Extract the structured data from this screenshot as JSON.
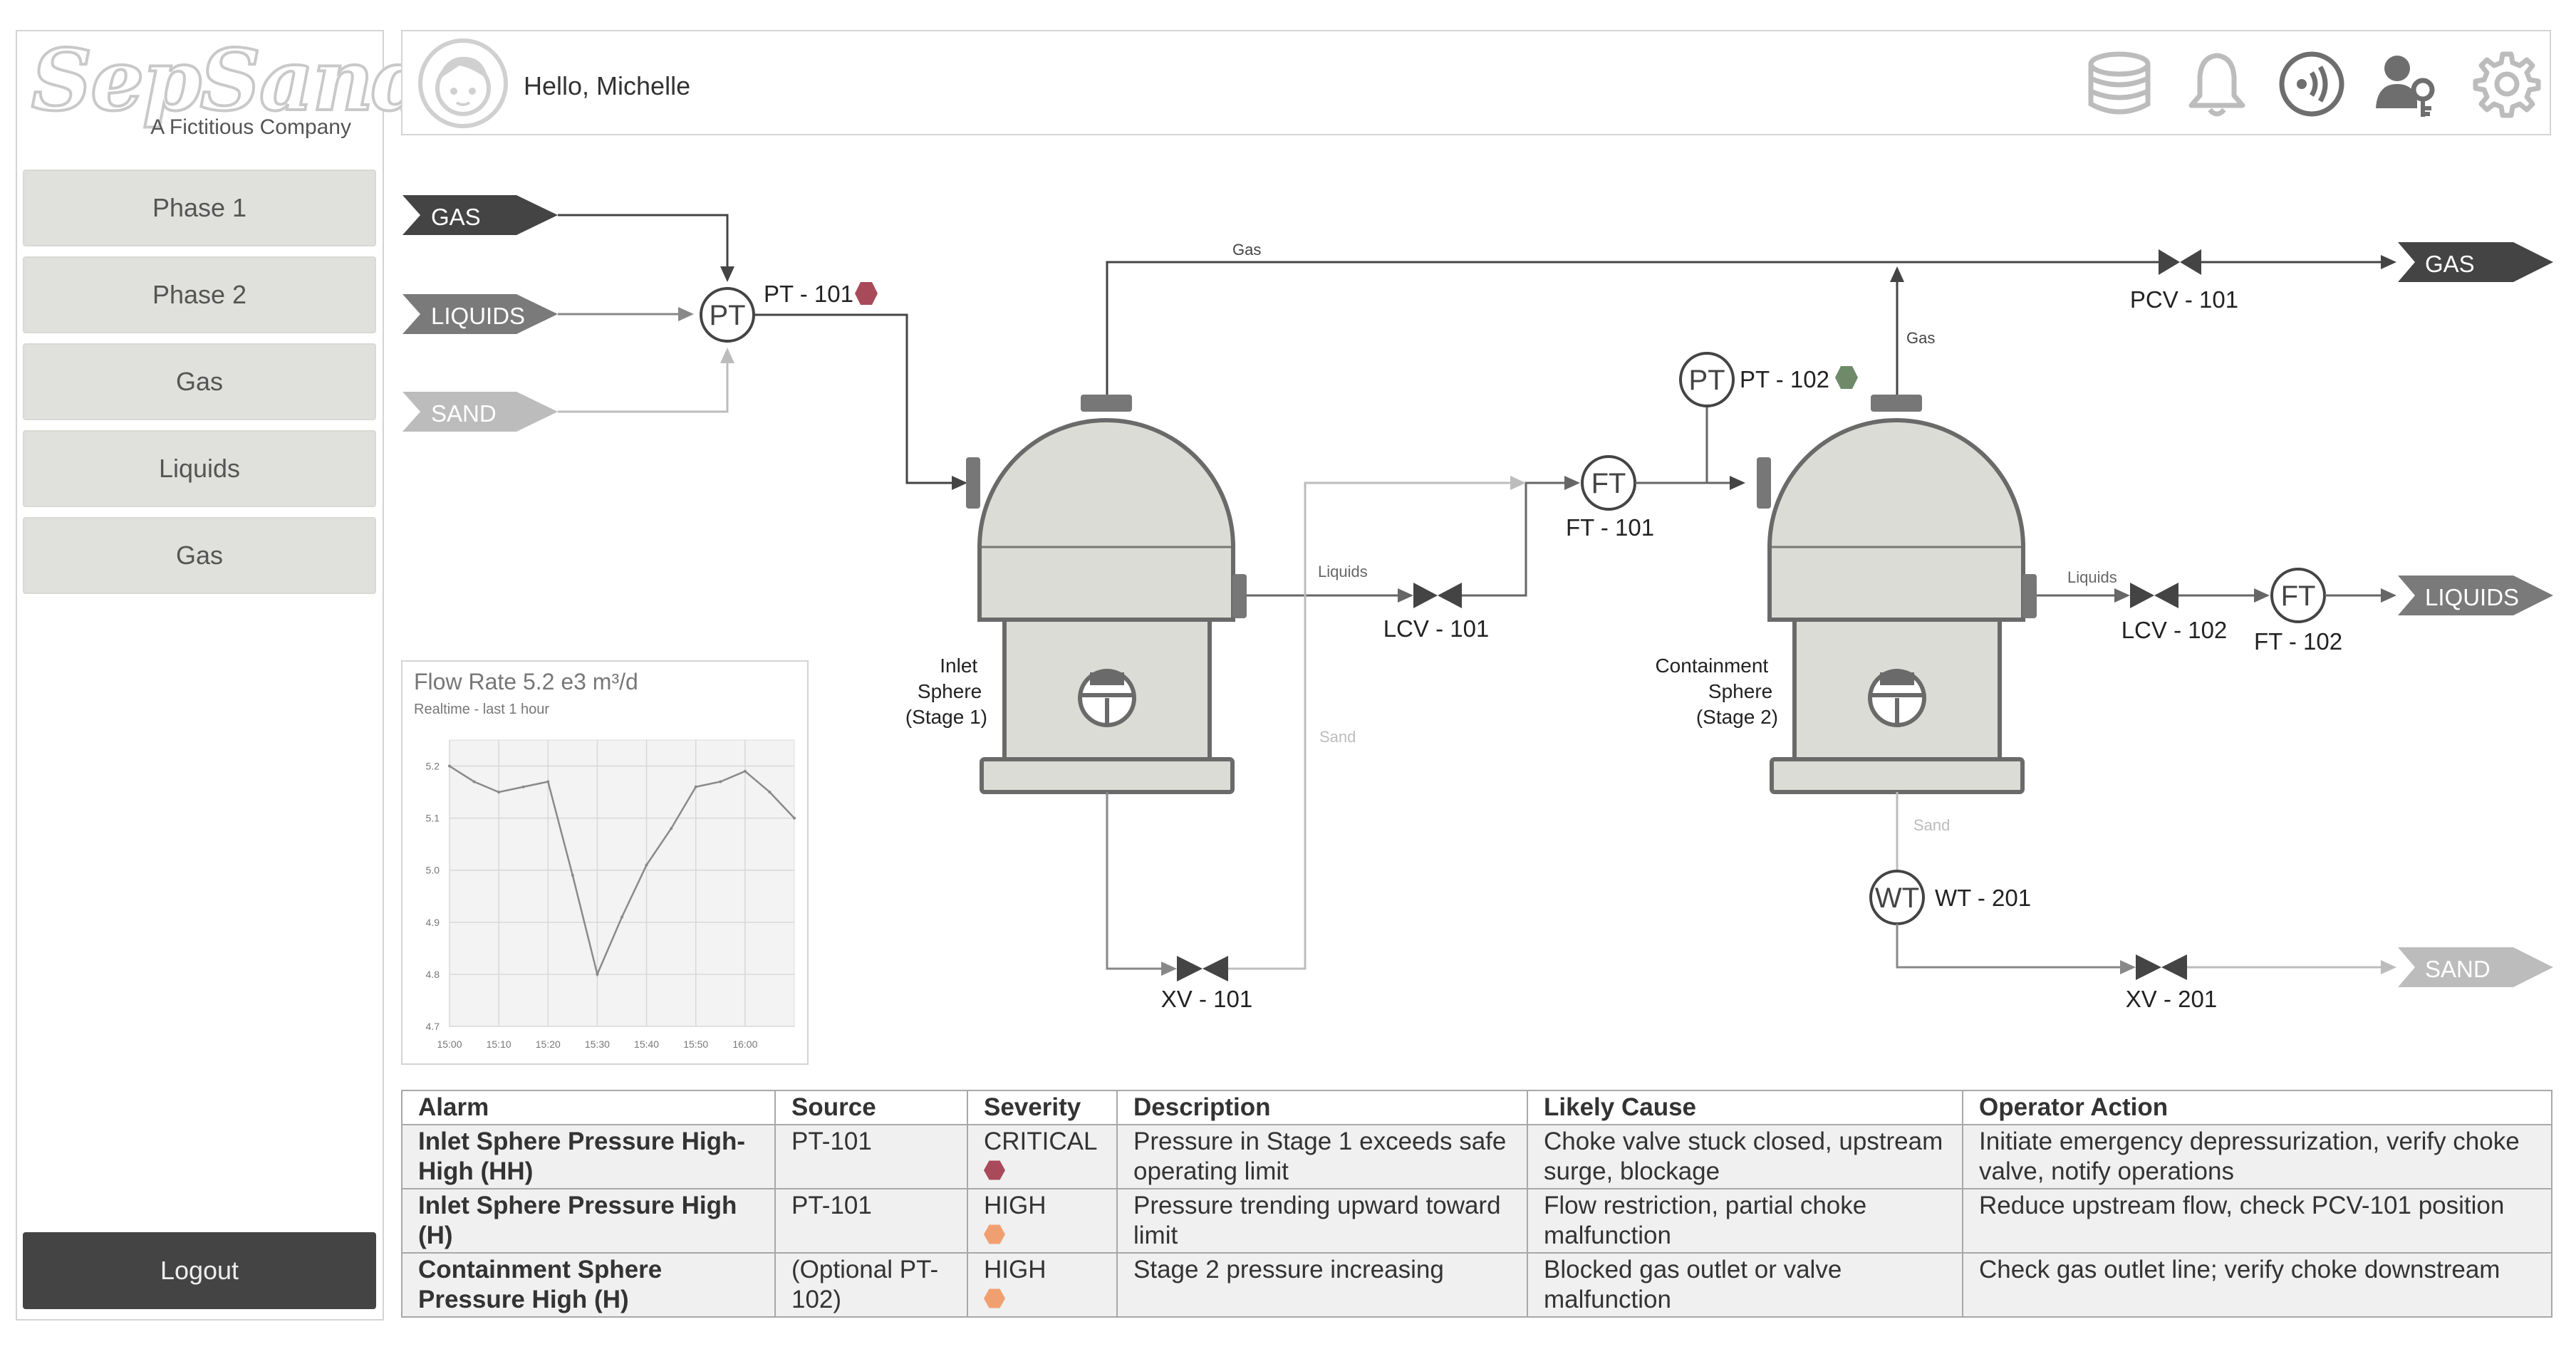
{
  "brand": {
    "name": "SepSand",
    "tagline": "A Fictitious Company"
  },
  "sidebar": {
    "items": [
      {
        "label": "Phase 1"
      },
      {
        "label": "Phase 2"
      },
      {
        "label": "Gas"
      },
      {
        "label": "Liquids"
      },
      {
        "label": "Gas"
      }
    ],
    "logout_label": "Logout"
  },
  "header": {
    "greeting": "Hello, Michelle",
    "icons": [
      "database-icon",
      "bell-icon",
      "signal-icon",
      "user-key-icon",
      "gear-icon"
    ]
  },
  "diagram": {
    "inputs": {
      "gas": "GAS",
      "liquids": "LIQUIDS",
      "sand": "SAND"
    },
    "outputs": {
      "gas": "GAS",
      "liquids": "LIQUIDS",
      "sand": "SAND"
    },
    "instruments": {
      "pt_symbol": "PT",
      "ft_symbol": "FT",
      "wt_symbol": "WT",
      "pt101": "PT - 101",
      "pt102": "PT - 102",
      "ft101": "FT - 101",
      "ft102": "FT - 102",
      "wt201": "WT - 201"
    },
    "valves": {
      "pcv101": "PCV - 101",
      "lcv101": "LCV - 101",
      "lcv102": "LCV - 102",
      "xv101": "XV - 101",
      "xv201": "XV - 201"
    },
    "vessels": {
      "inlet": [
        "Inlet",
        "Sphere",
        "(Stage 1)"
      ],
      "containment": [
        "Containment",
        "Sphere",
        "(Stage 2)"
      ]
    },
    "line_labels": {
      "gas": "Gas",
      "liquids": "Liquids",
      "sand": "Sand"
    },
    "status_colors": {
      "critical": "#a84a5a",
      "high": "#f0a070",
      "ok": "#6e8a68"
    }
  },
  "chart": {
    "title": "Flow Rate 5.2 e3 m³/d",
    "subtitle": "Realtime - last 1 hour"
  },
  "chart_data": {
    "type": "line",
    "x": [
      "15:00",
      "15:05",
      "15:10",
      "15:15",
      "15:20",
      "15:25",
      "15:30",
      "15:35",
      "15:40",
      "15:45",
      "15:50",
      "15:55",
      "16:00",
      "16:05",
      "16:10"
    ],
    "series": [
      {
        "values": [
          5.2,
          5.17,
          5.15,
          5.16,
          5.17,
          4.99,
          4.8,
          4.91,
          5.01,
          5.08,
          5.16,
          5.17,
          5.19,
          5.15,
          5.1
        ]
      }
    ],
    "xticks": [
      "15:00",
      "15:10",
      "15:20",
      "15:30",
      "15:40",
      "15:50",
      "16:00"
    ],
    "yticks": [
      "4.7",
      "4.8",
      "4.9",
      "5.0",
      "5.1",
      "5.2"
    ],
    "ylim": [
      4.7,
      5.25
    ],
    "grid": true
  },
  "alarms": {
    "columns": [
      "Alarm",
      "Source",
      "Severity",
      "Description",
      "Likely Cause",
      "Operator Action"
    ],
    "rows": [
      {
        "alarm": "Inlet Sphere Pressure High-High (HH)",
        "source": "PT-101",
        "severity": "CRITICAL",
        "severity_color": "#a84a5a",
        "description": "Pressure in Stage 1 exceeds safe operating limit",
        "cause": "Choke valve stuck closed, upstream surge, blockage",
        "action": "Initiate emergency depressurization, verify choke valve, notify operations"
      },
      {
        "alarm": "Inlet Sphere Pressure High (H)",
        "source": "PT-101",
        "severity": "HIGH",
        "severity_color": "#f0a070",
        "description": "Pressure trending upward toward limit",
        "cause": "Flow restriction, partial choke malfunction",
        "action": "Reduce upstream flow, check PCV-101 position"
      },
      {
        "alarm": "Containment Sphere Pressure High (H)",
        "source": "(Optional PT-102)",
        "severity": "HIGH",
        "severity_color": "#f0a070",
        "description": "Stage 2 pressure increasing",
        "cause": "Blocked gas outlet or valve malfunction",
        "action": "Check gas outlet line; verify choke downstream"
      }
    ]
  }
}
